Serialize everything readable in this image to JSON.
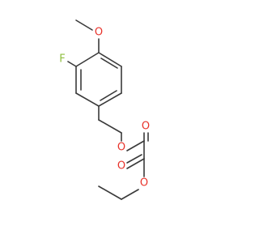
{
  "atoms": {
    "fluorine": {
      "symbol": "F",
      "color": "#8fbf3f"
    },
    "methoxy_oxygen": {
      "symbol": "O",
      "color": "#e8322a"
    },
    "ester_oxygen": {
      "symbol": "O",
      "color": "#e8322a"
    },
    "carbonyl_oxygen_1": {
      "symbol": "O",
      "color": "#e8322a"
    },
    "carbonyl_oxygen_2": {
      "symbol": "O",
      "color": "#e8322a"
    },
    "ethoxy_oxygen": {
      "symbol": "O",
      "color": "#e8322a"
    }
  },
  "bond_color": "#3a3a3a"
}
